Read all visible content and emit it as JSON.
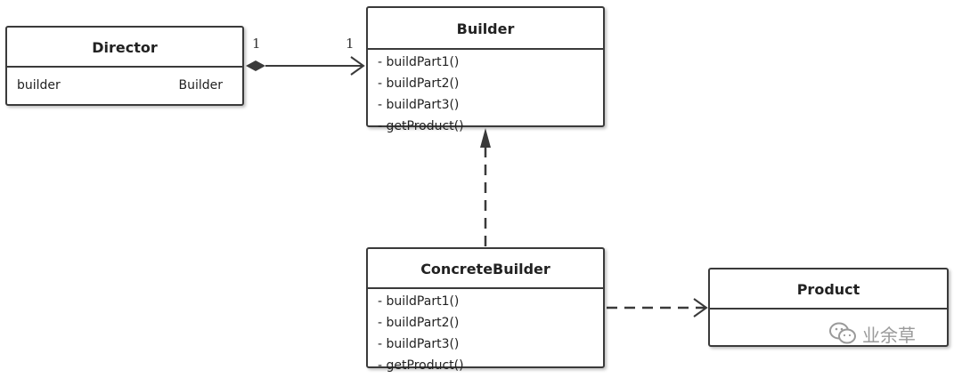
{
  "diagram": {
    "classes": {
      "director": {
        "name": "Director",
        "attribute": {
          "name": "builder",
          "type": "Builder"
        }
      },
      "builder": {
        "name": "Builder",
        "methods": [
          "- buildPart1()",
          "- buildPart2()",
          "- buildPart3()",
          "- getProduct()"
        ]
      },
      "concrete_builder": {
        "name": "ConcreteBuilder",
        "methods": [
          "- buildPart1()",
          "- buildPart2()",
          "- buildPart3()",
          "- getProduct()"
        ]
      },
      "product": {
        "name": "Product"
      }
    },
    "relationships": {
      "director_builder": {
        "type": "aggregation",
        "source_multiplicity": "1",
        "target_multiplicity": "1"
      },
      "concrete_to_builder": {
        "type": "realization-dashed"
      },
      "concrete_to_product": {
        "type": "dependency-dashed"
      }
    },
    "colors": {
      "line": "#3a3a3a",
      "border": "#3a3a3a",
      "watermark": "#9a9a9a"
    }
  },
  "watermark": {
    "icon": "wechat-icon",
    "text": "业余草"
  }
}
